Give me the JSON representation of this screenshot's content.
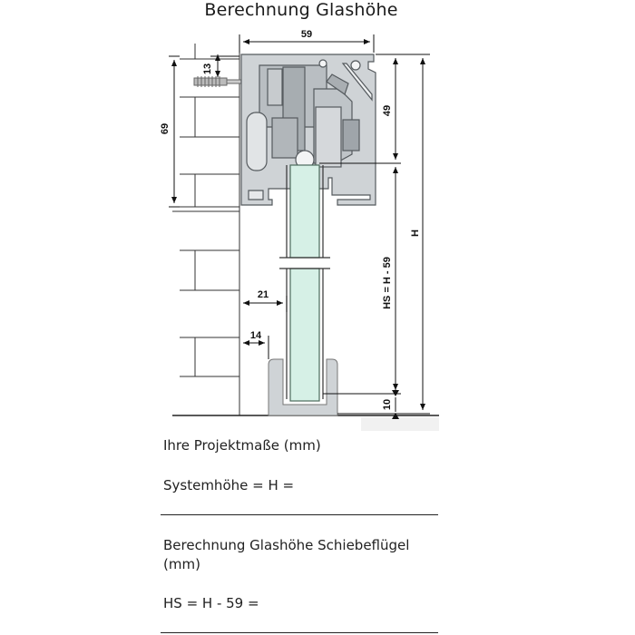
{
  "title": "Berechnung Glashöhe",
  "dimensions": {
    "top_width": "59",
    "screw": "13",
    "left_height": "69",
    "right_upper": "49",
    "total": "H",
    "glass": "HS = H - 59",
    "glass_offset": "21",
    "floor_guide": "14",
    "bottom_gap": "10"
  },
  "form": {
    "heading": "Ihre Projektmaße (mm)",
    "system_height": "Systemhöhe = H =",
    "calc_heading_line1": "Berechnung Glashöhe Schiebeflügel",
    "calc_heading_line2": "(mm)",
    "glass_formula": "HS = H - 59 ="
  },
  "colors": {
    "profile_fill": "#cfd3d6",
    "profile_stroke": "#555a5e",
    "glass_fill": "#d6f0e6",
    "glass_stroke": "#4c6a5c",
    "wall_stroke": "#333333",
    "line": "#111111"
  }
}
